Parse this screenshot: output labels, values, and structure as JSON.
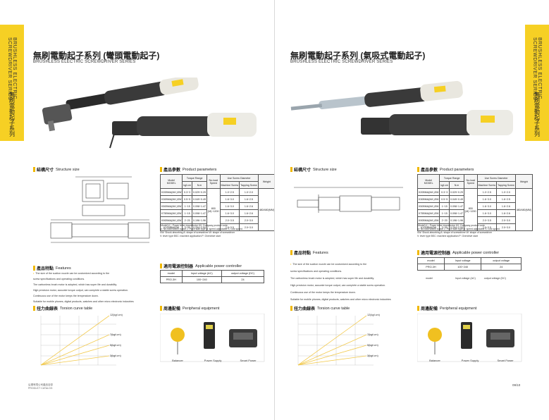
{
  "left": {
    "tab_label_en": "BRUSHLESS ELECTRIC SCREWDRIVER SERIES",
    "tab_label_zh": "無刷電動起子系列",
    "title_zh": "無刷電動起子系列 (彎頭電動起子)",
    "title_en": "BRUSHLESS ELECTRIC SCREWDRIVER SERIES",
    "structure": {
      "zh": "結構尺寸",
      "en": "Structure size"
    },
    "params": {
      "zh": "產品參數",
      "en": "Product parameters",
      "headers": [
        "Model\nMODEL",
        "Torque Range",
        "",
        "No-load Speed",
        "Use Screw Diameter",
        ""
      ],
      "subheaders": [
        "",
        "kgf.cm",
        "N.m",
        "",
        "Machine Screw",
        "Tapping Screw",
        "Weight"
      ],
      "rows": [
        [
          "K20BMA(M/L)SW",
          "0.3~3",
          "0.029~0.29",
          "",
          "1.0~2.5",
          "1.0~2.0",
          ""
        ],
        [
          "K30BMA(M/L)SW",
          "0.5~5",
          "0.049~0.49",
          "",
          "1.6~3.0",
          "1.6~2.5",
          ""
        ],
        [
          "K50BMA(M/L)SW",
          "1~15",
          "0.098~1.47",
          "",
          "1.6~3.0",
          "1.6~2.6",
          ""
        ],
        [
          "K75BMA(M/L)SW",
          "1~15",
          "0.098~1.47",
          "",
          "1.6~3.0",
          "1.6~2.6",
          ""
        ],
        [
          "K90BMA(M/L)SW",
          "2~20",
          "0.196~1.96",
          "",
          "2.0~3.5",
          "2.0~3.0",
          ""
        ],
        [
          "K100BMASW",
          "3~30",
          "0.294~2.94",
          "",
          "2.0~3.5",
          "2.0~3.0",
          ""
        ]
      ],
      "speed_merged": "800\n(M)~1200",
      "weight_merged": "480/480(MM)"
    },
    "notes": [
      "(Model) K-: Power lever downstroke   K0: Company product code",
      "M: No-load switch button   L: Push start type   B: speed adjustable  S: Low speed",
      "SW: Shock absorbing   A: shape of screwdriver   W: shape of screwdriver",
      "V: lever type   BSC: machine application   P: Overdrive start"
    ],
    "features": {
      "zh": "產品特點",
      "en": "Features",
      "lines": [
        "The size of the suction nozzle can be customized according to the",
        "screw specifications and operating conditions.",
        "The carbonless brush motor is adopted, which has super life and durability.",
        "High precision motor, accurate torque output, can complete a stable screw operation.",
        "Continuous use of the motor keeps the temperature down.",
        "Suitable for mobile phones, digital products, watches and other micro electronic industries"
      ]
    },
    "controller": {
      "zh": "適用電源控制器",
      "en": "Applicable power controller",
      "headers": [
        "model",
        "Input voltage (AC)",
        "output voltage (DC)"
      ],
      "row": [
        "PRO-3H",
        "100~240",
        "24"
      ]
    },
    "torque": {
      "zh": "扭力曲線表",
      "en": "Torsion curve table",
      "labels": [
        "12(kgf.cm)",
        "7(kgf.cm)",
        "5(kgf.cm)",
        "3(kgf.cm)"
      ]
    },
    "periph": {
      "zh": "周邊配備",
      "en": "Peripheral equipment",
      "items": [
        "Balancer",
        "Power Supply",
        "Smart Power"
      ]
    },
    "footer": "弘揚有限公司產品目錄",
    "footer2": "PRODUCT CATALOG"
  },
  "right": {
    "tab_label_en": "BRUSHLESS ELECTRIC SCREWDRIVER SERIES",
    "tab_label_zh": "無刷電動起子系列",
    "title_zh": "無刷電動起子系列 (氣吸式電動起子)",
    "title_en": "BRUSHLESS ELECTRIC SCREWDRIVER SERIES",
    "structure": {
      "zh": "結構尺寸",
      "en": "Structure size"
    },
    "params": {
      "zh": "產品參數",
      "en": "Product parameters",
      "rows": [
        [
          "K20BMA(M/L)SW",
          "0.3~3",
          "0.029~0.29",
          "",
          "1.0~2.5",
          "1.0~2.0",
          ""
        ],
        [
          "K30BMA(M/L)SW",
          "0.5~5",
          "0.049~0.49",
          "",
          "1.6~3.0",
          "1.6~2.5",
          ""
        ],
        [
          "K50BMA(M/L)SW",
          "1~15",
          "0.098~1.47",
          "",
          "1.6~3.0",
          "1.6~2.6",
          ""
        ],
        [
          "K75BMA(M/L)SW",
          "1~15",
          "0.098~1.47",
          "",
          "1.6~3.0",
          "1.6~2.6",
          ""
        ],
        [
          "K90BMA(M/L)SW",
          "2~20",
          "0.196~1.96",
          "",
          "2.0~3.5",
          "2.0~3.0",
          ""
        ],
        [
          "K100BMASW",
          "3~30",
          "0.294~2.94",
          "",
          "2.0~3.5",
          "2.0~3.0",
          ""
        ]
      ],
      "speed_merged": "800\n(M)~1200",
      "weight_merged": "480/480(MM)"
    },
    "notes": [
      "(Model) K-: Power lever downstroke   K0: Company product code",
      "M: No-load switch button   L: Push start type   B: speed adjustable  S: Low speed",
      "SW: Shock absorbing   A: shape of screwdriver   W: shape of screwdriver",
      "V: lever type   BSC: machine application   P: Overdrive start"
    ],
    "features": {
      "zh": "產品特點",
      "en": "Features",
      "lines": [
        "The size of the suction nozzle can be customized according to the",
        "screw specifications and operating conditions.",
        "The carbonless brush motor is adopted, which has super life and durability.",
        "High precision motor, accurate torque output, can complete a stable screw operation.",
        "Continuous use of the motor keeps the temperature down.",
        "Suitable for mobile phones, digital products, watches and other micro electronic industries"
      ]
    },
    "controller": {
      "zh": "適用電源控制器",
      "en": "Applicable power controller",
      "headers": [
        "model",
        "Input voltage",
        "output voltage"
      ],
      "row": [
        "PRO-3H",
        "100~240",
        "24"
      ],
      "below": [
        "model",
        "Input voltage (AC)",
        "output voltage (DC)"
      ]
    },
    "torque": {
      "zh": "扭力曲線表",
      "en": "Torsion curve table",
      "labels": [
        "12(kgf.cm)",
        "7(kgf.cm)",
        "5(kgf.cm)",
        "3(kgf.cm)"
      ]
    },
    "periph": {
      "zh": "周邊配備",
      "en": "Peripheral equipment",
      "items": [
        "Balancer",
        "Power Supply",
        "Smart Power"
      ]
    },
    "page_number": "09/10"
  },
  "colors": {
    "accent": "#f6d024",
    "accent_dark": "#f0b800"
  }
}
